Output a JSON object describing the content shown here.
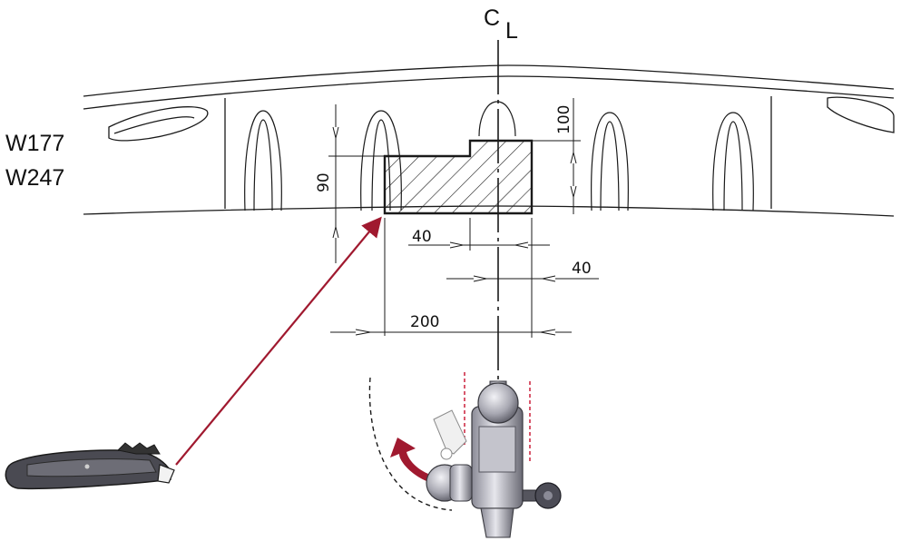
{
  "centerline": {
    "c": "C",
    "l": "L"
  },
  "wheel_codes": [
    "W177",
    "W247"
  ],
  "dimensions": {
    "height_cut": "90",
    "height_top": "100",
    "offset_left": "40",
    "offset_right": "40",
    "width_total": "200"
  },
  "colors": {
    "line": "#1a1a1a",
    "hatch": "#1a1a1a",
    "arrow_red": "#a0192f",
    "red_guide": "#c8102e",
    "metal_dark": "#5c5c66",
    "metal_light": "#d8d8de"
  },
  "icons": {
    "knife": "utility-knife-icon",
    "towbar": "tow-ball-coupling-icon",
    "rotate": "rotate-arrow-icon"
  }
}
